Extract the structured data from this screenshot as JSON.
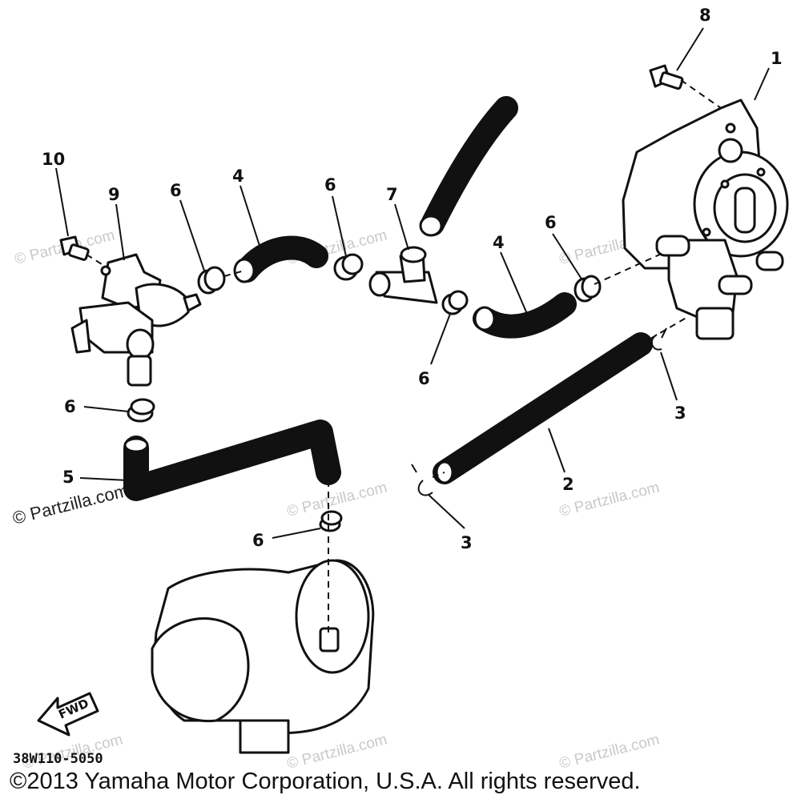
{
  "callouts": {
    "c1": "1",
    "c2": "2",
    "c3a": "3",
    "c3b": "3",
    "c4a": "4",
    "c4b": "4",
    "c5": "5",
    "c6a": "6",
    "c6b": "6",
    "c6c": "6",
    "c6d": "6",
    "c6e": "6",
    "c6f": "6",
    "c7": "7",
    "c8": "8",
    "c9": "9",
    "c10": "10"
  },
  "watermark": "© Partzilla.com",
  "fwd_label": "FWD",
  "diagram_code": "38W110-5050",
  "copyright": "©2013 Yamaha Motor Corporation, U.S.A. All rights reserved."
}
